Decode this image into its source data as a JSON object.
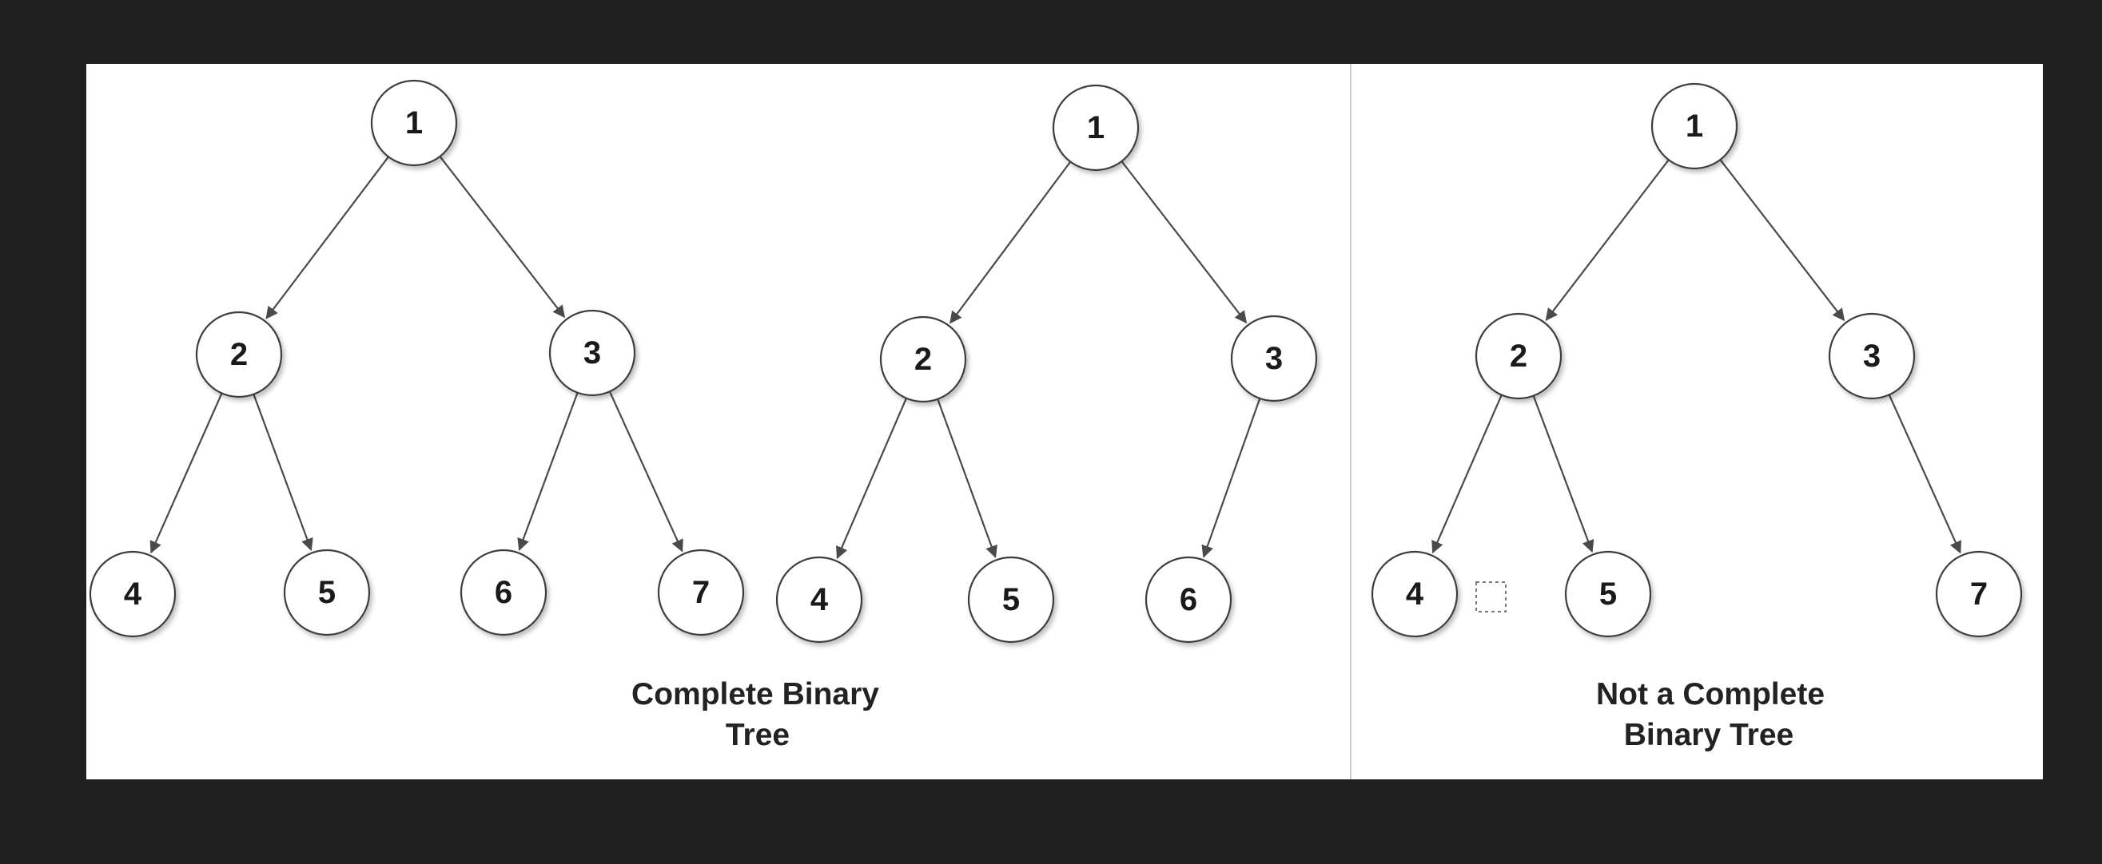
{
  "diagrams": [
    {
      "id": "tree-a",
      "nodes": [
        {
          "id": "a1",
          "label": "1"
        },
        {
          "id": "a2",
          "label": "2"
        },
        {
          "id": "a3",
          "label": "3"
        },
        {
          "id": "a4",
          "label": "4"
        },
        {
          "id": "a5",
          "label": "5"
        },
        {
          "id": "a6",
          "label": "6"
        },
        {
          "id": "a7",
          "label": "7"
        }
      ],
      "edges": [
        [
          "a1",
          "a2"
        ],
        [
          "a1",
          "a3"
        ],
        [
          "a2",
          "a4"
        ],
        [
          "a2",
          "a5"
        ],
        [
          "a3",
          "a6"
        ],
        [
          "a3",
          "a7"
        ]
      ]
    },
    {
      "id": "tree-b",
      "nodes": [
        {
          "id": "b1",
          "label": "1"
        },
        {
          "id": "b2",
          "label": "2"
        },
        {
          "id": "b3",
          "label": "3"
        },
        {
          "id": "b4",
          "label": "4"
        },
        {
          "id": "b5",
          "label": "5"
        },
        {
          "id": "b6",
          "label": "6"
        }
      ],
      "edges": [
        [
          "b1",
          "b2"
        ],
        [
          "b1",
          "b3"
        ],
        [
          "b2",
          "b4"
        ],
        [
          "b2",
          "b5"
        ],
        [
          "b3",
          "b6"
        ]
      ]
    },
    {
      "id": "tree-c",
      "nodes": [
        {
          "id": "c1",
          "label": "1"
        },
        {
          "id": "c2",
          "label": "2"
        },
        {
          "id": "c3",
          "label": "3"
        },
        {
          "id": "c4",
          "label": "4"
        },
        {
          "id": "c5",
          "label": "5"
        },
        {
          "id": "c7",
          "label": "7"
        }
      ],
      "edges": [
        [
          "c1",
          "c2"
        ],
        [
          "c1",
          "c3"
        ],
        [
          "c2",
          "c4"
        ],
        [
          "c2",
          "c5"
        ],
        [
          "c3",
          "c7"
        ]
      ]
    }
  ],
  "captions": {
    "complete": {
      "line1": "Complete Binary",
      "line2": "Tree"
    },
    "not_complete": {
      "line1": "Not a Complete",
      "line2": "Binary  Tree"
    }
  }
}
